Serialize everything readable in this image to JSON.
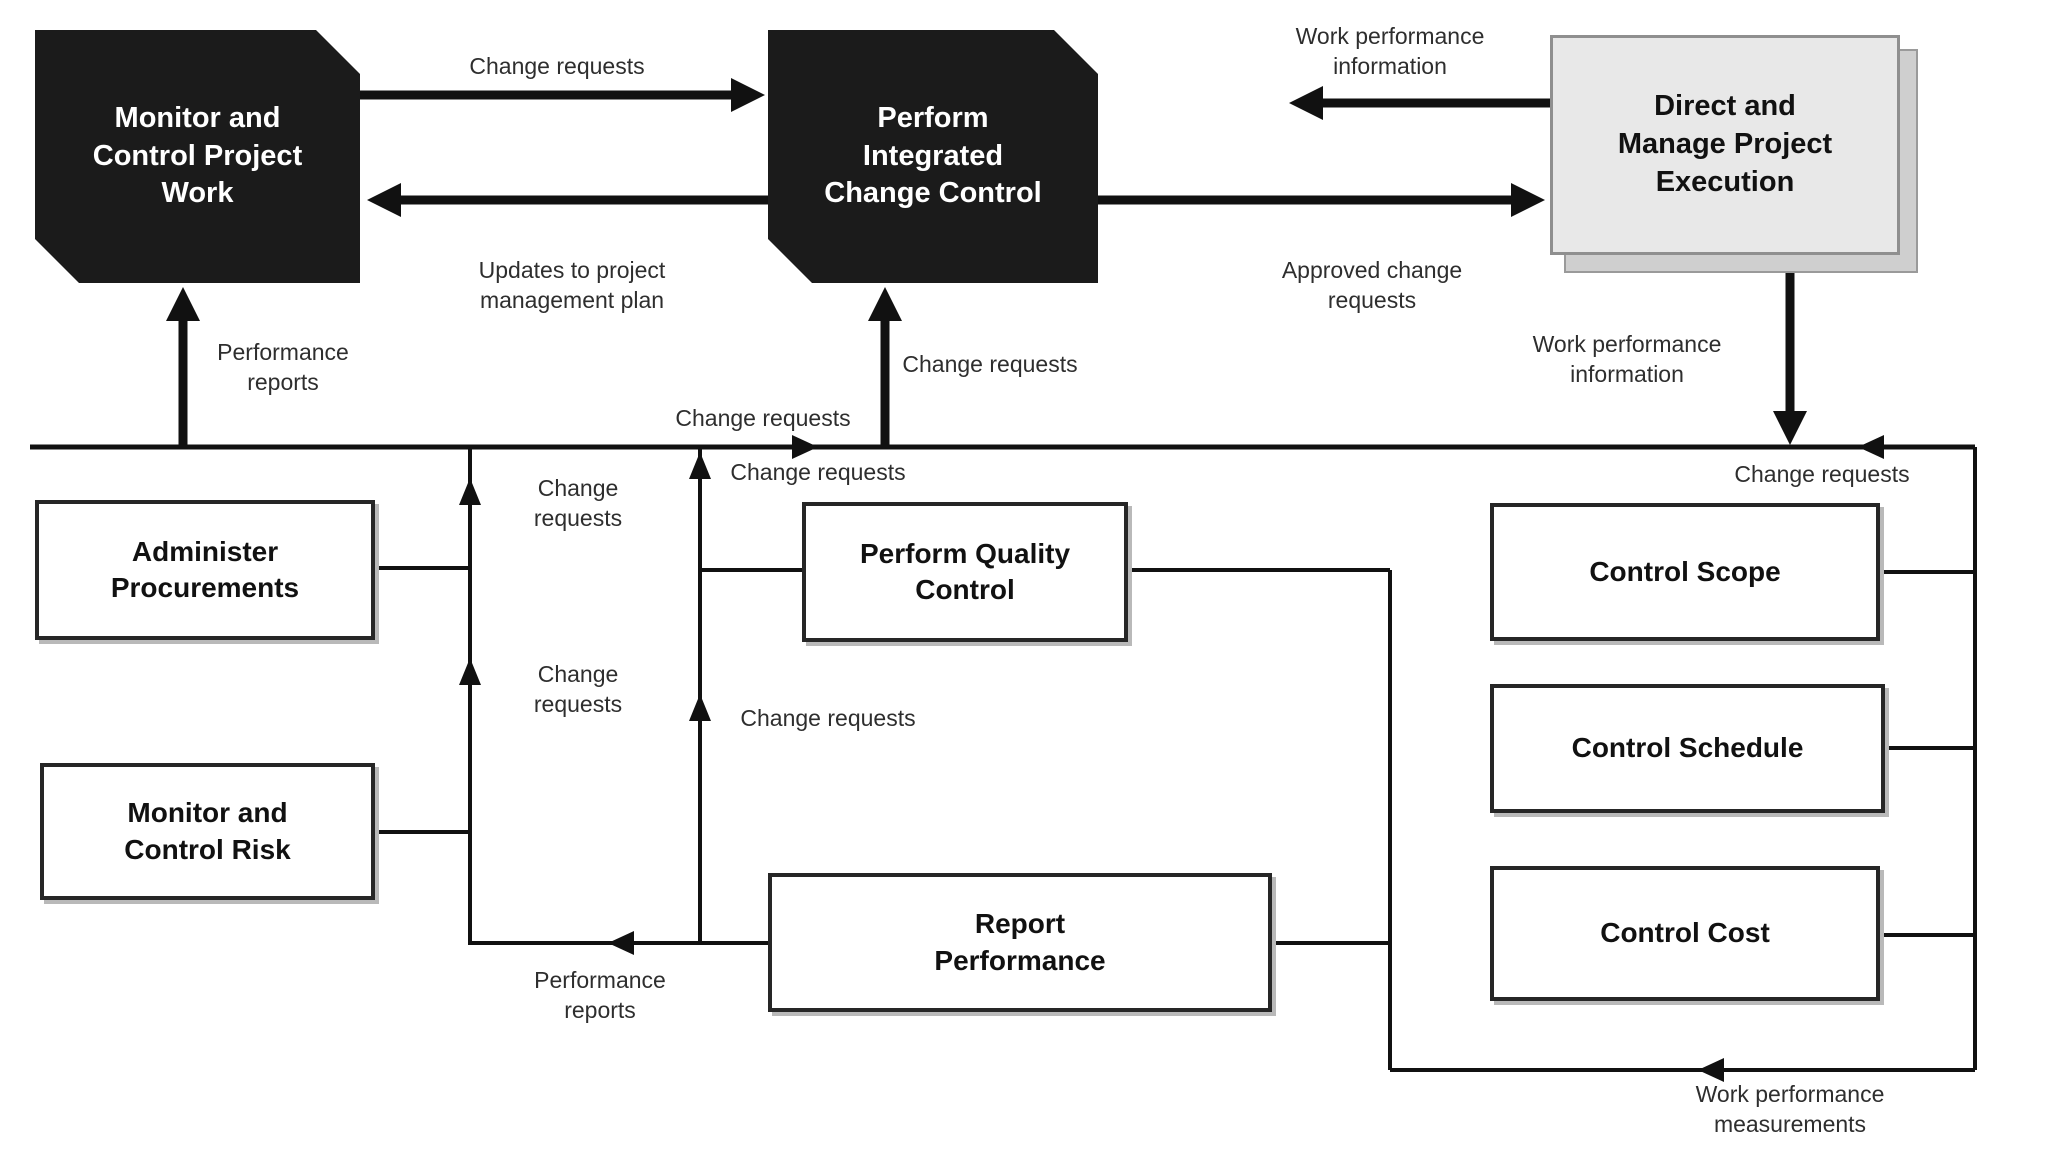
{
  "colors": {
    "black_box": "#1b1b1b",
    "black_box_text": "#ffffff",
    "gray_box": "#e8e8e8",
    "gray_box_shadow": "#cfcfcf",
    "box_border": "#262626",
    "background": "#ffffff",
    "connector": "#111111",
    "label_text": "#2e2e2e"
  },
  "nodes": {
    "monitor_control_project_work": "Monitor and Control Project Work",
    "perform_integrated_change_control": "Perform Integrated Change Control",
    "direct_manage_project_execution": "Direct and Manage Project Execution",
    "administer_procurements": "Administer Procurements",
    "monitor_control_risk": "Monitor and Control Risk",
    "perform_quality_control": "Perform Quality Control",
    "report_performance": "Report Performance",
    "control_scope": "Control Scope",
    "control_schedule": "Control Schedule",
    "control_cost": "Control Cost"
  },
  "flow_labels": {
    "change_requests_a_to_b": "Change requests",
    "updates_to_plan": "Updates to project management plan",
    "work_perf_info_top": "Work performance information",
    "approved_change_requests": "Approved change requests",
    "performance_reports_upper": "Performance reports",
    "change_requests_to_picc": "Change requests",
    "work_perf_info_down": "Work performance information",
    "change_requests_on_line": "Change requests",
    "change_requests_below_line": "Change requests",
    "change_requests_left_upper": "Change requests",
    "change_requests_left_lower": "Change requests",
    "change_requests_mid_lower": "Change requests",
    "change_requests_right": "Change requests",
    "performance_reports_lower": "Performance reports",
    "work_perf_measurements": "Work performance measurements"
  }
}
